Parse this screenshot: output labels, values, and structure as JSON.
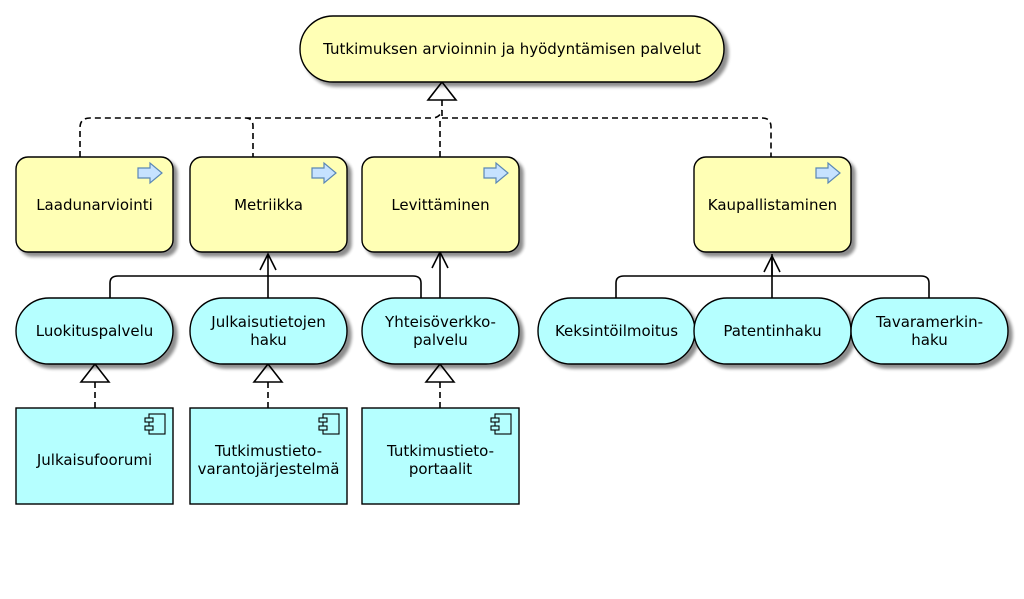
{
  "root": {
    "label": "Tutkimuksen arvioinnin ja hyödyntämisen palvelut"
  },
  "processes": [
    {
      "label": "Laadunarviointi"
    },
    {
      "label": "Metriikka"
    },
    {
      "label": "Levittäminen"
    },
    {
      "label": "Kaupallistaminen"
    }
  ],
  "services": [
    {
      "lines": [
        "Luokituspalvelu"
      ]
    },
    {
      "lines": [
        "Julkaisutietojen",
        "haku"
      ]
    },
    {
      "lines": [
        "Yhteisöverkko-",
        "palvelu"
      ]
    },
    {
      "lines": [
        "Keksintöilmoitus"
      ]
    },
    {
      "lines": [
        "Patentinhaku"
      ]
    },
    {
      "lines": [
        "Tavaramerkin-",
        "haku"
      ]
    }
  ],
  "components": [
    {
      "lines": [
        "Julkaisufoorumi"
      ]
    },
    {
      "lines": [
        "Tutkimustieto-",
        "varantojärjestelmä"
      ]
    },
    {
      "lines": [
        "Tutkimustieto-",
        "portaalit"
      ]
    }
  ],
  "colors": {
    "yellow_fill": "#ffffb5",
    "cyan_fill": "#b5ffff",
    "stroke": "#000000",
    "shadow": "#9a9a9a",
    "arrow_icon_fill": "#c6e2ff",
    "arrow_icon_stroke": "#5a87b5"
  },
  "icons": {
    "process": "process-arrow-icon",
    "component": "component-icon"
  }
}
